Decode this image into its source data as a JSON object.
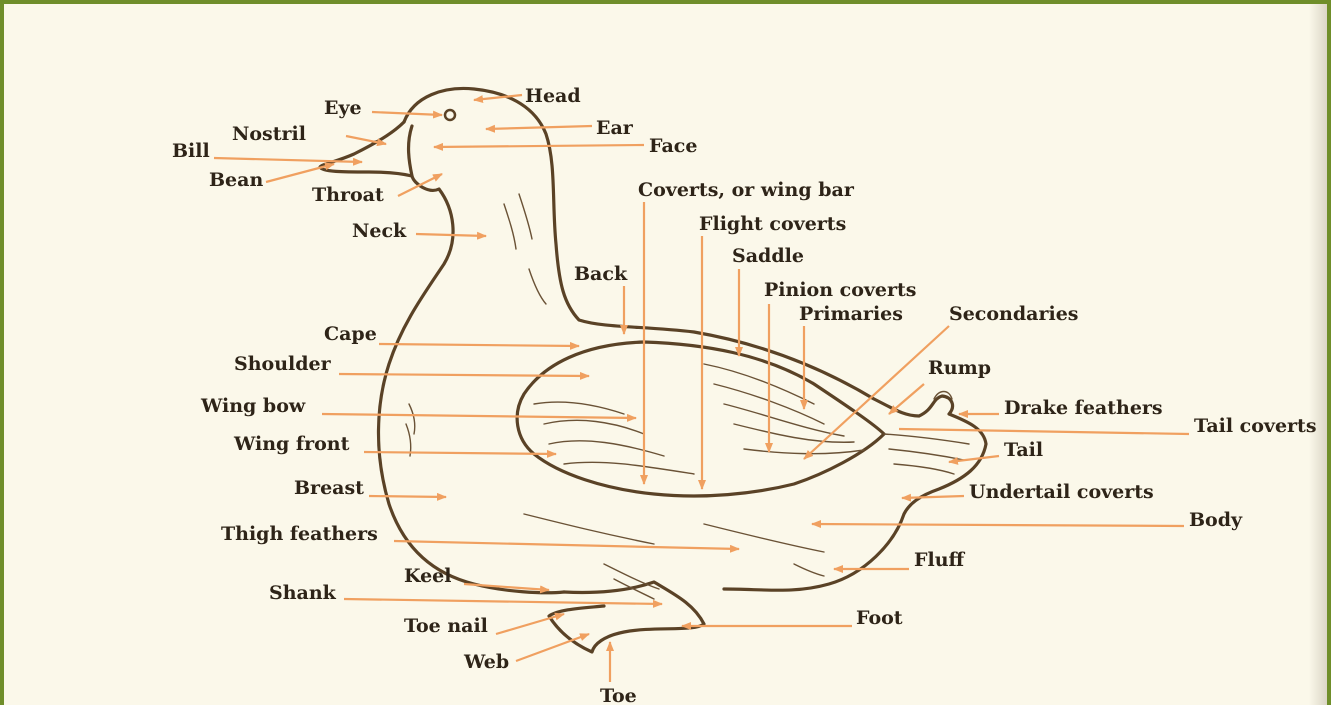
{
  "diagram": {
    "labels": {
      "head": "Head",
      "eye": "Eye",
      "ear": "Ear",
      "face": "Face",
      "nostril": "Nostril",
      "bill": "Bill",
      "bean": "Bean",
      "throat": "Throat",
      "neck": "Neck",
      "coverts": "Coverts, or wing bar",
      "flight_coverts": "Flight coverts",
      "saddle": "Saddle",
      "back": "Back",
      "pinion_coverts": "Pinion coverts",
      "primaries": "Primaries",
      "secondaries": "Secondaries",
      "cape": "Cape",
      "shoulder": "Shoulder",
      "rump": "Rump",
      "wing_bow": "Wing bow",
      "drake_feathers": "Drake feathers",
      "tail_coverts": "Tail coverts",
      "wing_front": "Wing front",
      "tail": "Tail",
      "breast": "Breast",
      "undertail_coverts": "Undertail coverts",
      "body": "Body",
      "thigh_feathers": "Thigh feathers",
      "fluff": "Fluff",
      "keel": "Keel",
      "shank": "Shank",
      "foot": "Foot",
      "toe_nail": "Toe nail",
      "web": "Web",
      "toe": "Toe"
    },
    "colors": {
      "border": "#6f8e2a",
      "background": "#fbf8ea",
      "arrow": "#f0a060",
      "outline": "#5a4226",
      "text": "#2e2418"
    }
  }
}
